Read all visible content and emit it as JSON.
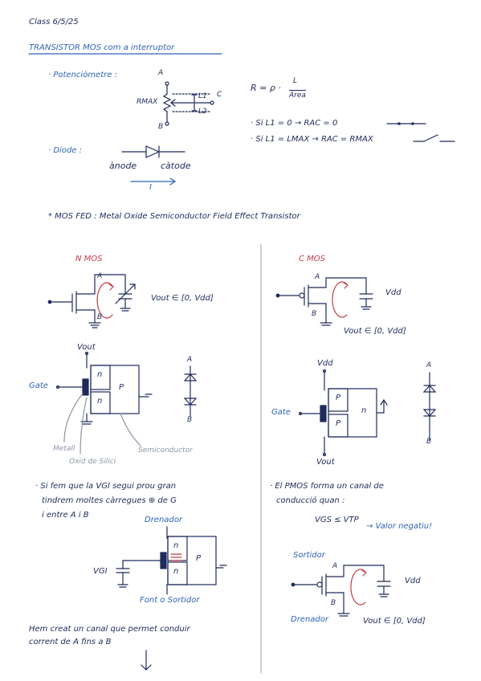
{
  "date": "Class 6/5/25",
  "title": "TRANSISTOR MOS com a interruptor",
  "potentiometer": {
    "label": "· Potenciòmetre :",
    "node_a": "A",
    "node_b": "B",
    "node_c": "C",
    "rmax": "RMAX",
    "l1": "L1",
    "l2": "L2",
    "formula_lhs": "R = ρ ·",
    "formula_num": "L",
    "formula_den": "Àrea",
    "case1": "· Si L1 = 0 → RAC = 0",
    "case2": "· Si L1 = LMAX → RAC = RMAX"
  },
  "diode": {
    "label": "· Diode :",
    "anode": "ànode",
    "cathode": "càtode",
    "current": "I"
  },
  "mosfet_def": "* MOS FED : Metal Oxide Semiconductor   Field Effect Transistor",
  "nmos": {
    "title": "N MOS",
    "a": "A",
    "b": "B",
    "vout": "Vout ∈ [0, Vdd]",
    "vout_top": "Vout",
    "gate": "Gate",
    "n_top": "n",
    "n_bottom": "n",
    "p": "P",
    "diode_a": "A",
    "diode_b": "B",
    "metall": "Metall",
    "oxid": "Oxid de Silici",
    "semi": "Semiconductor"
  },
  "pmos": {
    "title": "C MOS",
    "a": "A",
    "b": "B",
    "vdd": "Vdd",
    "vout": "Vout ∈ [0, Vdd]",
    "vdd_top": "Vdd",
    "gate": "Gate",
    "p_top": "P",
    "p_bottom": "P",
    "n": "n",
    "vout_bottom": "Vout",
    "diode_a": "A",
    "diode_b": "B"
  },
  "nmos_note": {
    "line1": "· Si fem que la VGI segui prou gran",
    "line2": "tindrem moltes càrregues ⊕ de G",
    "line3": "i entre A i B",
    "drain": "Drenador",
    "source": "Font o Sortidor",
    "vgi": "VGI",
    "n_top": "n",
    "n_bottom": "n",
    "p": "P"
  },
  "pmos_note": {
    "line1": "· El PMOS forma un canal de",
    "line2": "conducció quan :",
    "cond": "VGS ≤ VTP",
    "neg": "→ Valor negatiu!",
    "source": "Sortidor",
    "drain": "Drenador",
    "a": "A",
    "b": "B",
    "vdd": "Vdd",
    "vout": "Vout ∈ [0, Vdd]"
  },
  "conclusion": {
    "line1": "Hem creat un canal que permet conduir",
    "line2": "corrent de A fins a B"
  }
}
